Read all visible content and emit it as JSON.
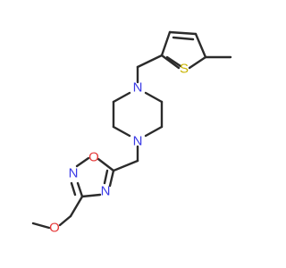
{
  "molecule": {
    "atoms": {
      "n_top": {
        "label": "N",
        "color": "#3a3ae6"
      },
      "n_bottom": {
        "label": "N",
        "color": "#3a3ae6"
      },
      "sulfur": {
        "label": "S",
        "color": "#c8b400"
      },
      "oxadiazole_o": {
        "label": "O",
        "color": "#e63a3a"
      },
      "oxadiazole_n_left": {
        "label": "N",
        "color": "#3a3ae6"
      },
      "oxadiazole_n_right": {
        "label": "N",
        "color": "#3a3ae6"
      },
      "methoxy_o": {
        "label": "O",
        "color": "#e63a3a"
      }
    },
    "bond_color": "#2b2b2b"
  }
}
